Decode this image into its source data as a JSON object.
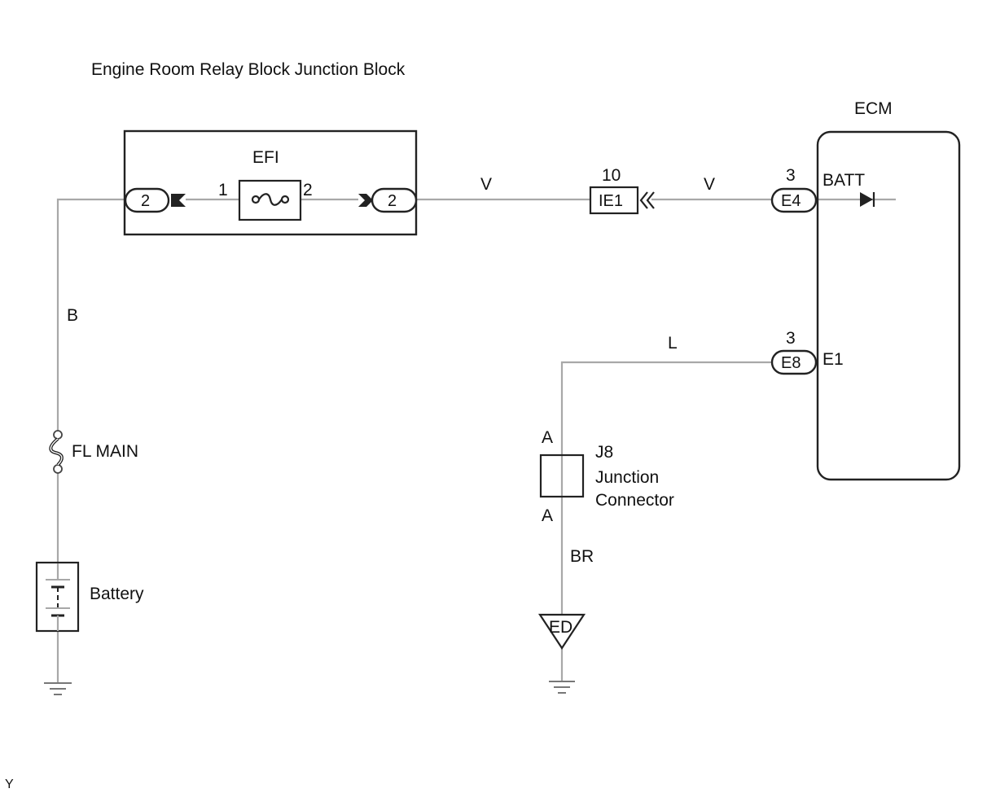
{
  "title": "Engine Room Relay Block Junction Block",
  "efi": {
    "name": "EFI",
    "pin_left": "1",
    "pin_right": "2"
  },
  "relay_block_connectors": {
    "left": "2",
    "right": "2"
  },
  "wires": {
    "b": "B",
    "v1": "V",
    "v2": "V",
    "l": "L",
    "br": "BR"
  },
  "ie1": {
    "name": "IE1",
    "pin": "10"
  },
  "ecm": {
    "name": "ECM",
    "e4": {
      "connector": "E4",
      "pin": "3",
      "terminal": "BATT"
    },
    "e8": {
      "connector": "E8",
      "pin": "3",
      "terminal": "E1"
    }
  },
  "fuse": {
    "name": "FL MAIN"
  },
  "battery": {
    "name": "Battery"
  },
  "junction": {
    "id": "J8",
    "line1": "Junction",
    "line2": "Connector",
    "pin_top": "A",
    "pin_bottom": "A"
  },
  "ground": {
    "name": "ED"
  },
  "corner_mark": "Y"
}
